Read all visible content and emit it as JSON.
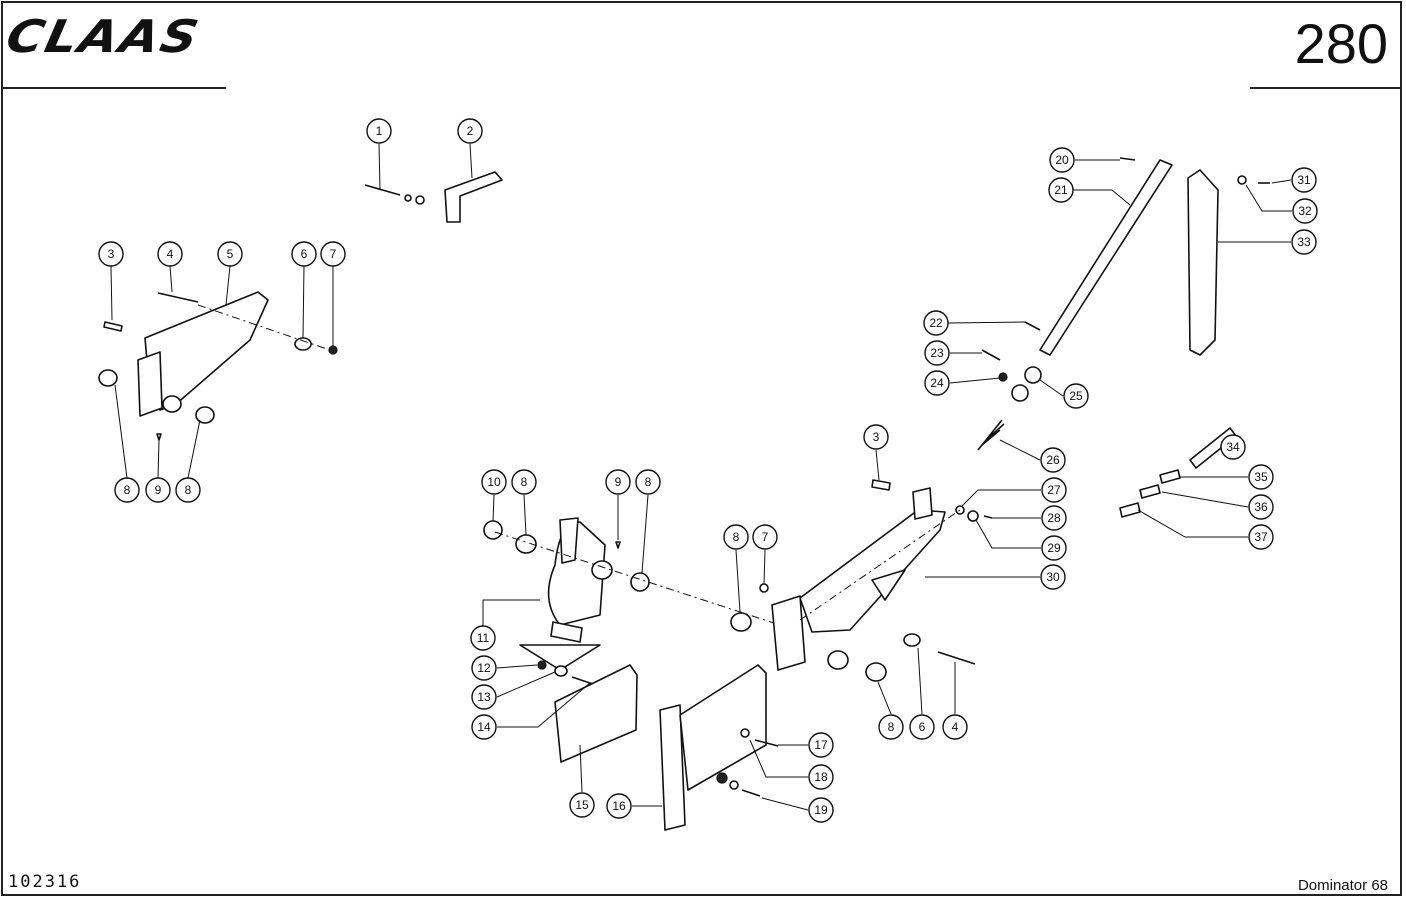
{
  "header": {
    "logo_text": "CLAAS",
    "page_number": "280"
  },
  "footer": {
    "drawing_number": "102316",
    "model": "Dominator 68"
  },
  "callouts": [
    "1",
    "2",
    "3",
    "4",
    "5",
    "6",
    "7",
    "8",
    "8",
    "9",
    "8",
    "10",
    "8",
    "9",
    "8",
    "3",
    "8",
    "7",
    "20",
    "21",
    "31",
    "32",
    "33",
    "22",
    "23",
    "24",
    "25",
    "26",
    "27",
    "28",
    "29",
    "30",
    "34",
    "35",
    "36",
    "37",
    "11",
    "12",
    "13",
    "14",
    "15",
    "16",
    "17",
    "18",
    "19",
    "8",
    "6",
    "4"
  ]
}
